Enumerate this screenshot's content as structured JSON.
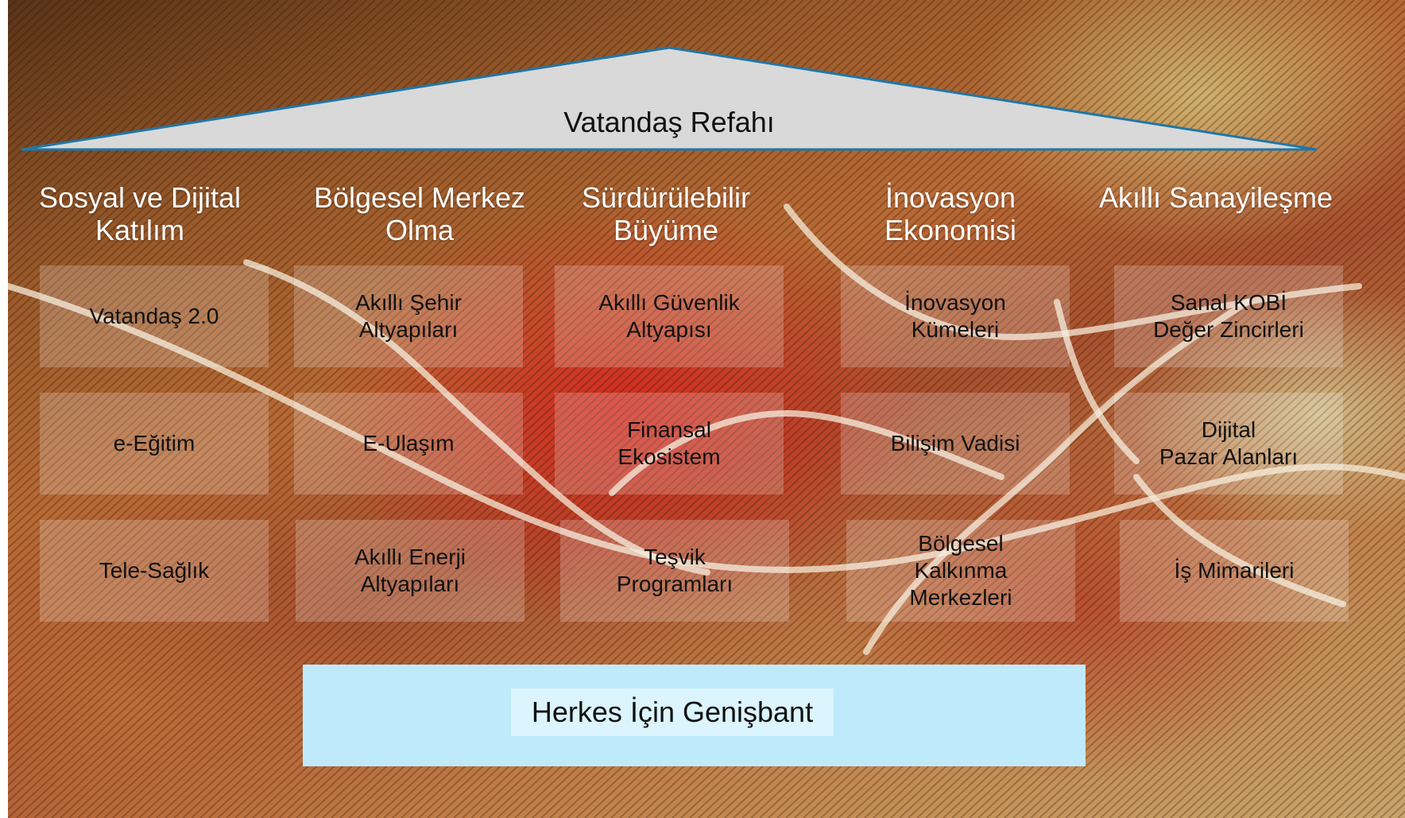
{
  "roof": {
    "label": "Vatandaş Refahı"
  },
  "pillars": [
    {
      "title": "Sosyal ve Dijital\nKatılım",
      "boxes": [
        "Vatandaş 2.0",
        "e-Eğitim",
        "Tele-Sağlık"
      ]
    },
    {
      "title": "Bölgesel Merkez\nOlma",
      "boxes": [
        "Akıllı Şehir\nAltyapıları",
        "E-Ulaşım",
        "Akıllı Enerji\nAltyapıları"
      ]
    },
    {
      "title": "Sürdürülebilir\nBüyüme",
      "boxes": [
        "Akıllı Güvenlik\nAltyapısı",
        "Finansal\nEkosistem",
        "Teşvik\nProgramları"
      ]
    },
    {
      "title": "İnovasyon\nEkonomisi",
      "boxes": [
        "İnovasyon\nKümeleri",
        "Bilişim Vadisi",
        "Bölgesel\nKalkınma\nMerkezleri"
      ]
    },
    {
      "title": "Akıllı\nSanayileşme",
      "boxes": [
        "Sanal KOBİ\nDeğer Zincirleri",
        "Dijital\nPazar Alanları",
        "İş Mimarileri"
      ]
    }
  ],
  "foundation": {
    "label": "Herkes İçin Genişbant"
  },
  "colors": {
    "roof_fill": "#d9d9d9",
    "roof_stroke": "#1f77a8",
    "foundation_fill": "#bfeafc",
    "foundation_label_fill": "#dcf4fd"
  }
}
